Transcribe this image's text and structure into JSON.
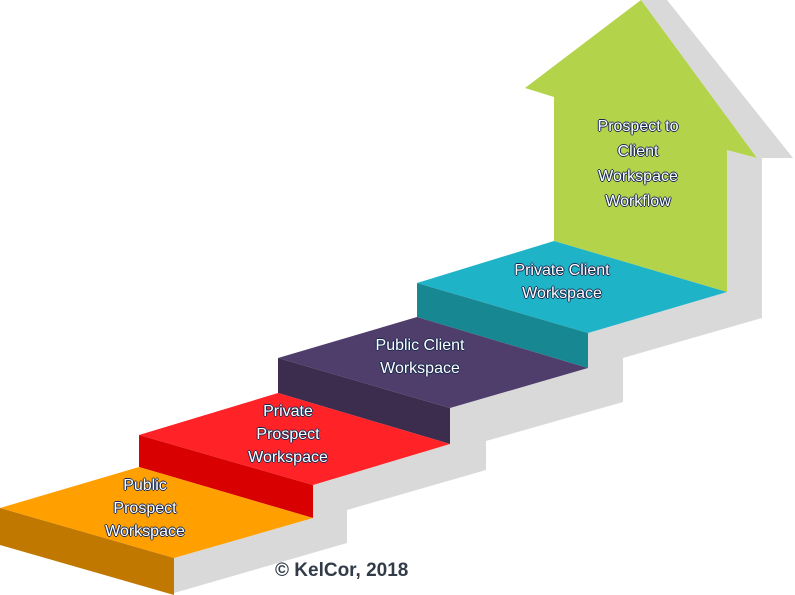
{
  "diagram": {
    "title": [
      "Prospect to",
      "Client",
      "Workspace",
      "Workflow"
    ],
    "steps": [
      {
        "lines": [
          "Public",
          "Prospect",
          "Workspace"
        ],
        "color": "#ffa000",
        "front": "#c07800"
      },
      {
        "lines": [
          "Private",
          "Prospect",
          "Workspace"
        ],
        "color": "#ff2227",
        "front": "#d80000"
      },
      {
        "lines": [
          "Public Client",
          "Workspace"
        ],
        "color": "#4f3d6b",
        "front": "#3c2d4e"
      },
      {
        "lines": [
          "Private Client",
          "Workspace"
        ],
        "color": "#1fb3c7",
        "front": "#178892"
      }
    ],
    "arrow_color": "#b3d34b",
    "shadow_color": "#d9d9d9"
  },
  "copyright": "© KelCor, 2018"
}
